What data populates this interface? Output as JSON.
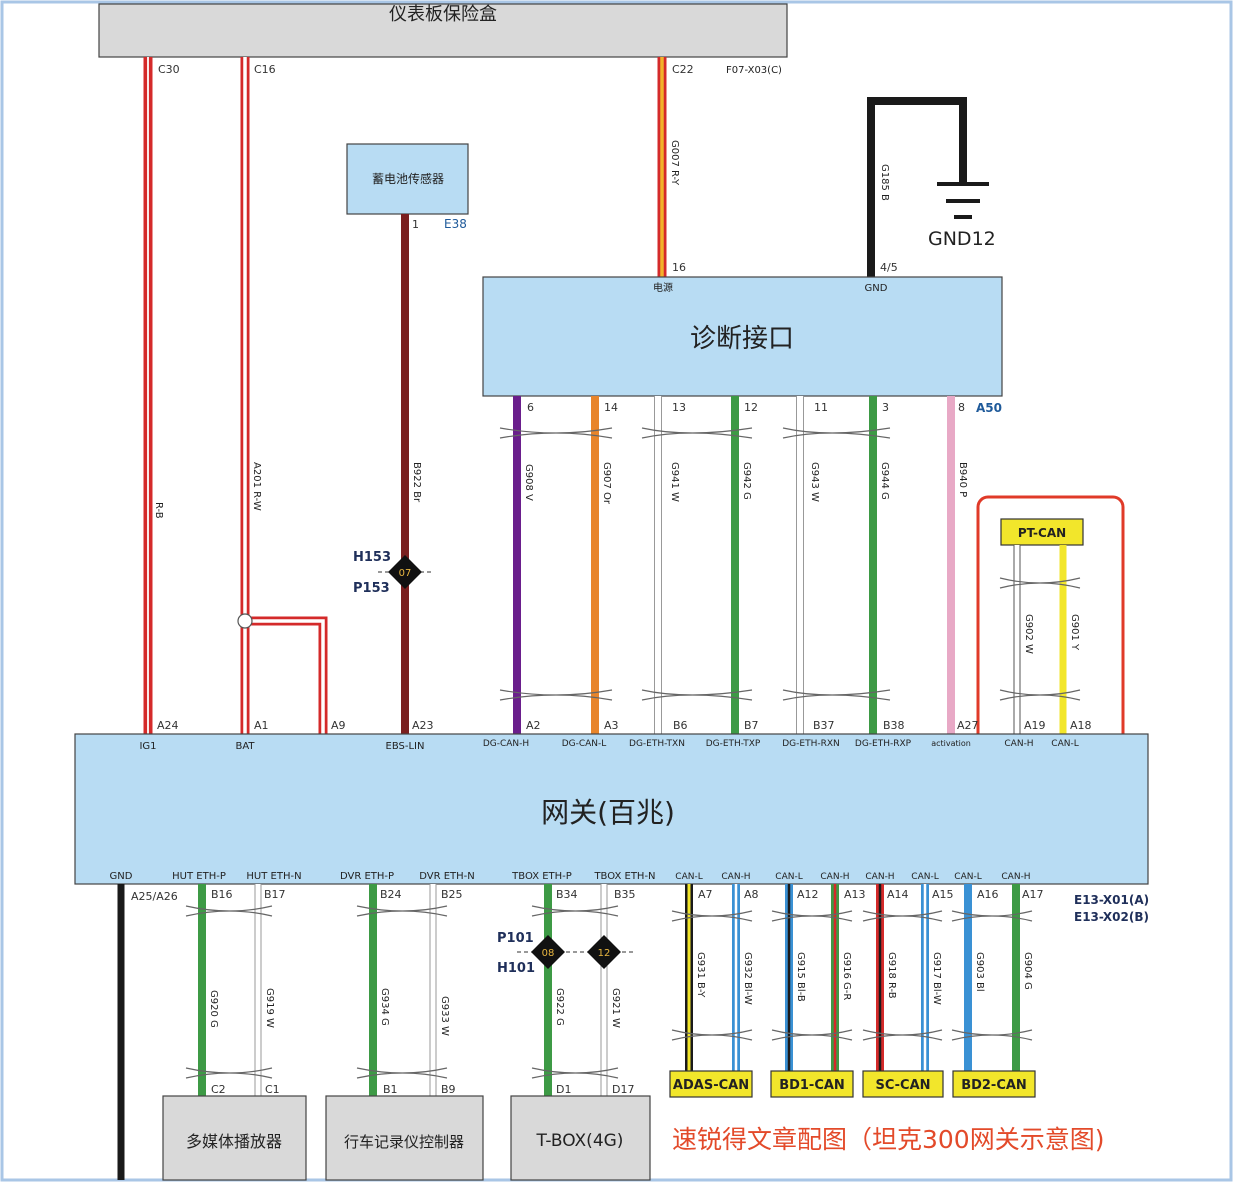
{
  "fuse_box": {
    "title": "仪表板保险盒",
    "connector": "F07-X03(C)",
    "pins": [
      "C30",
      "C16",
      "C22"
    ]
  },
  "battery_sensor": {
    "title": "蓄电池传感器",
    "connector": "E38",
    "pin": "1"
  },
  "gnd12": {
    "label": "GND12",
    "wire": "G185 B"
  },
  "diag": {
    "title": "诊断接口",
    "connector": "A50",
    "top_labels": [
      "电源",
      "GND"
    ],
    "top_pins": [
      "16",
      "4/5"
    ],
    "fuse_wire": "G007 R-Y",
    "pins": [
      "6",
      "14",
      "13",
      "12",
      "11",
      "3",
      "8"
    ],
    "wires": [
      "G908 V",
      "G907 Or",
      "G941 W",
      "G942 G",
      "G943 W",
      "G944 G",
      "B940 P"
    ]
  },
  "left_wires": {
    "c30": "R-B",
    "c16": "A201 R-W",
    "batt": "B922 Br"
  },
  "splice_top": {
    "h": "H153",
    "p": "P153",
    "num": "07"
  },
  "pt_can": {
    "title": "PT-CAN",
    "wires": [
      "G902 W",
      "G901 Y"
    ]
  },
  "gateway": {
    "title": "网关(百兆)",
    "top_pins": [
      "A24",
      "A1",
      "A9",
      "A23",
      "A2",
      "A3",
      "B6",
      "B7",
      "B37",
      "B38",
      "A27",
      "A19",
      "A18"
    ],
    "top_labels": [
      "IG1",
      "BAT",
      "EBS-LIN",
      "DG-CAN-H",
      "DG-CAN-L",
      "DG-ETH-TXN",
      "DG-ETH-TXP",
      "DG-ETH-RXN",
      "DG-ETH-RXP",
      "activation",
      "CAN-H",
      "CAN-L"
    ],
    "bottom_labels": [
      "GND",
      "HUT ETH-P",
      "HUT ETH-N",
      "DVR ETH-P",
      "DVR ETH-N",
      "TBOX ETH-P",
      "TBOX ETH-N",
      "CAN-L",
      "CAN-H",
      "CAN-L",
      "CAN-H",
      "CAN-H",
      "CAN-L",
      "CAN-L",
      "CAN-H"
    ],
    "bottom_pins": [
      "A25/A26",
      "B16",
      "B17",
      "B24",
      "B25",
      "B34",
      "B35",
      "A7",
      "A8",
      "A12",
      "A13",
      "A14",
      "A15",
      "A16",
      "A17"
    ],
    "connectors": [
      "E13-X01(A)",
      "E13-X02(B)"
    ]
  },
  "bottom_wires": [
    "G920 G",
    "G919 W",
    "G934 G",
    "G933 W",
    "G922 G",
    "G921 W",
    "G931 B-Y",
    "G932 Bl-W",
    "G915 Bl-B",
    "G916 G-R",
    "G918 R-B",
    "G917 Bl-W",
    "G903 Bl",
    "G904 G"
  ],
  "splice_bottom": {
    "p": "P101",
    "h": "H101",
    "nums": [
      "08",
      "12"
    ]
  },
  "modules": [
    {
      "title": "多媒体播放器",
      "pins": [
        "C2",
        "C1"
      ]
    },
    {
      "title": "行车记录仪控制器",
      "pins": [
        "B1",
        "B9"
      ]
    },
    {
      "title": "T-BOX(4G)",
      "pins": [
        "D1",
        "D17"
      ]
    }
  ],
  "can_tags": [
    "ADAS-CAN",
    "BD1-CAN",
    "SC-CAN",
    "BD2-CAN"
  ],
  "caption": "速锐得文章配图（坦克300网关示意图)",
  "colors": {
    "box_fill": "#b8dcf3",
    "header_fill": "#d9d9d9",
    "red": "#d42a2a",
    "brown": "#7a1f1f",
    "violet": "#6a1e8c",
    "orange": "#e8852b",
    "green": "#3d9a45",
    "pink": "#e8a9c6",
    "yellow": "#f2e62b",
    "blue": "#3a91d4",
    "highlight": "#e03a28",
    "caption": "#e34a2a"
  }
}
